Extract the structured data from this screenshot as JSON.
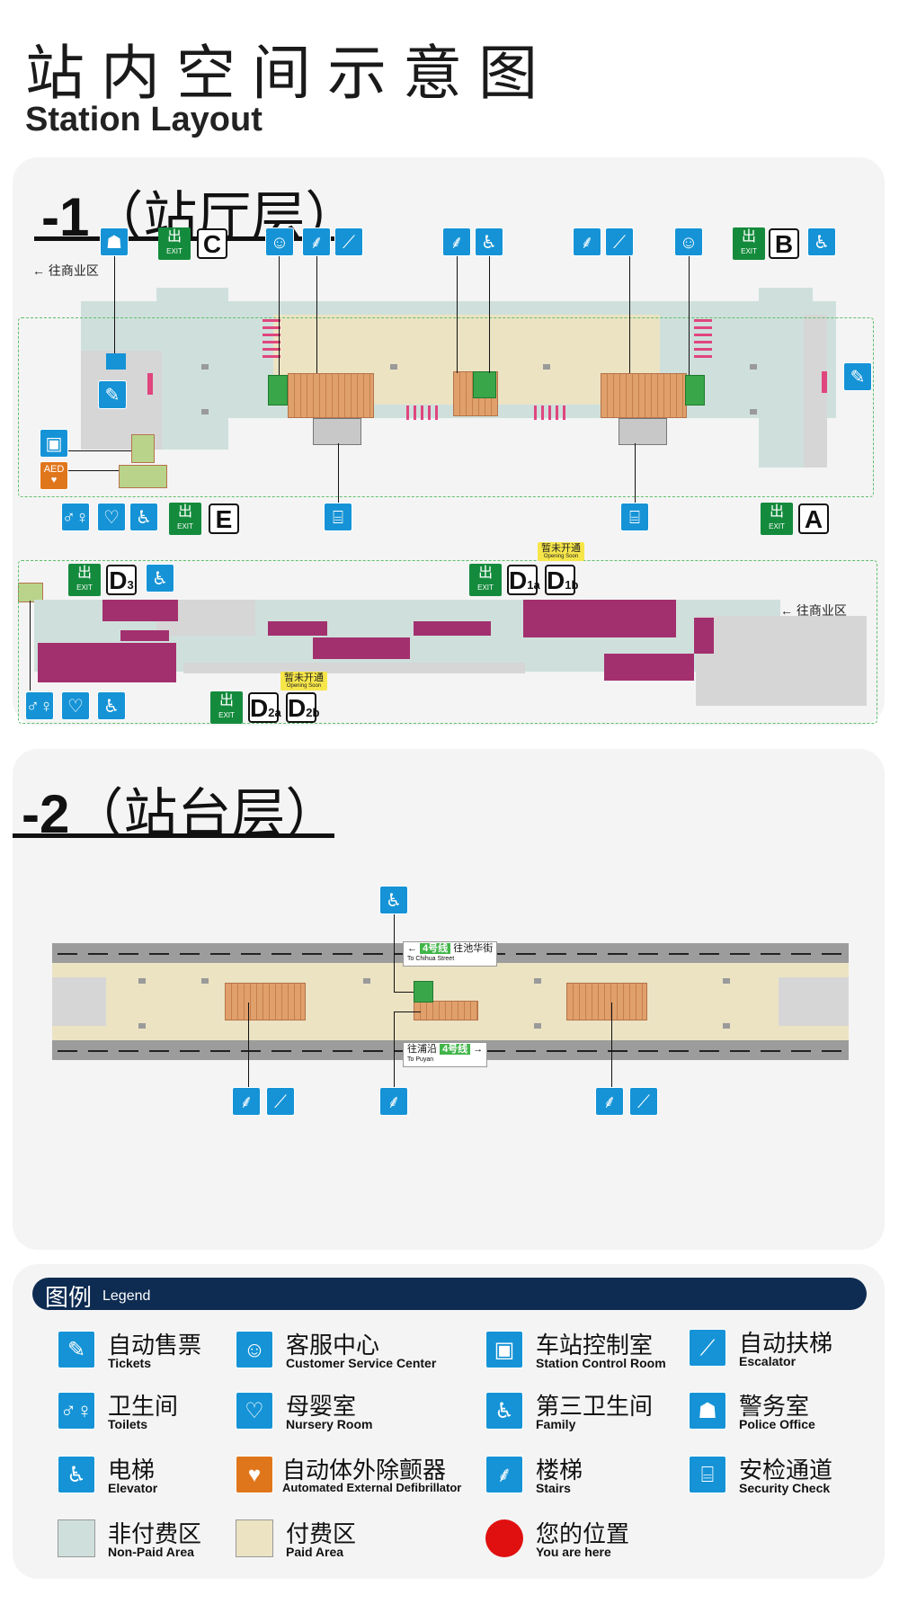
{
  "header": {
    "title_cn": "站内空间示意图",
    "title_en": "Station Layout"
  },
  "floor1": {
    "label_num": "-1",
    "label_cn": "（站厅层）",
    "exits": {
      "C": "C",
      "B": "B",
      "E": "E",
      "A": "A",
      "D3": "D",
      "D3_sub": "3",
      "D1a": "D",
      "D1a_sub": "1a",
      "D1b": "D",
      "D1b_sub": "1b",
      "D2a": "D",
      "D2a_sub": "2a",
      "D2b": "D",
      "D2b_sub": "2b"
    },
    "exit_cn": "出",
    "exit_en": "EXIT",
    "aed": "AED",
    "to_commercial_left": "往商业区",
    "to_commercial_right": "往商业区",
    "opening_soon_cn": "暂未开通",
    "opening_soon_en": "Opening Soon"
  },
  "floor2": {
    "label_num": "-2",
    "label_cn": "（站台层）",
    "sign_top_cn": "往池华街",
    "sign_top_en": "To Chihua Street",
    "sign_bottom_cn": "往浦沿",
    "sign_bottom_en": "To Puyan",
    "line_no": "4号线"
  },
  "legend": {
    "title_cn": "图例",
    "title_en": "Legend",
    "items": [
      {
        "cn": "自动售票",
        "en": "Tickets",
        "icon": "ticket-machine-icon"
      },
      {
        "cn": "客服中心",
        "en": "Customer Service Center",
        "icon": "customer-service-icon"
      },
      {
        "cn": "车站控制室",
        "en": "Station Control Room",
        "icon": "control-room-icon"
      },
      {
        "cn": "自动扶梯",
        "en": "Escalator",
        "icon": "escalator-icon"
      },
      {
        "cn": "卫生间",
        "en": "Toilets",
        "icon": "toilet-icon"
      },
      {
        "cn": "母婴室",
        "en": "Nursery Room",
        "icon": "nursery-icon"
      },
      {
        "cn": "第三卫生间",
        "en": "Family",
        "icon": "family-toilet-icon"
      },
      {
        "cn": "警务室",
        "en": "Police Office",
        "icon": "police-icon"
      },
      {
        "cn": "电梯",
        "en": "Elevator",
        "icon": "elevator-icon"
      },
      {
        "cn": "自动体外除颤器",
        "en": "Automated External Defibrillator",
        "icon": "aed-icon"
      },
      {
        "cn": "楼梯",
        "en": "Stairs",
        "icon": "stairs-icon"
      },
      {
        "cn": "安检通道",
        "en": "Security Check",
        "icon": "security-check-icon"
      },
      {
        "cn": "非付费区",
        "en": "Non-Paid Area",
        "icon": "non-paid-swatch"
      },
      {
        "cn": "付费区",
        "en": "Paid Area",
        "icon": "paid-swatch"
      },
      {
        "cn": "您的位置",
        "en": "You are here",
        "icon": "you-are-here-dot"
      }
    ]
  },
  "colors": {
    "icon_blue": "#1593d6",
    "exit_green": "#148b3c",
    "legend_bar": "#0e2c52",
    "non_paid": "#cfe0dc",
    "paid": "#ece3c3",
    "shop": "#a3306e",
    "you_are_here": "#e01010"
  }
}
